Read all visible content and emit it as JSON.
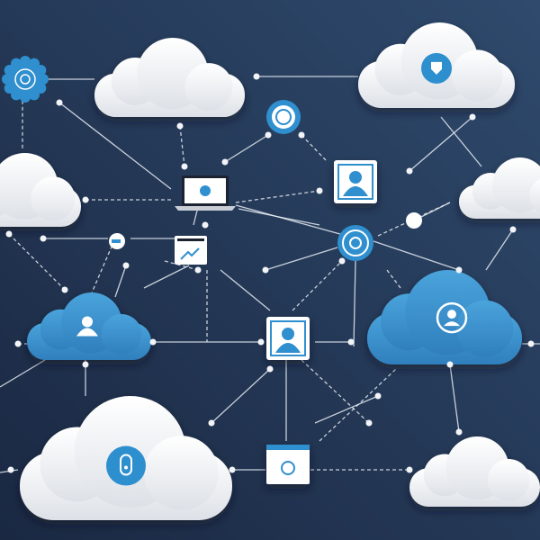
{
  "colors": {
    "background_top": "#2f4a6d",
    "background_bottom": "#1a2842",
    "cloud_white": "#f4f5f7",
    "cloud_shade": "#d9dde3",
    "cloud_blue": "#3b8fca",
    "accent_blue": "#2f8fcf",
    "connector": "#e6ebf2"
  },
  "clouds": [
    {
      "id": "cloud-top-center",
      "style": "white"
    },
    {
      "id": "cloud-top-right",
      "style": "white",
      "icon": "shield-icon"
    },
    {
      "id": "cloud-left",
      "style": "white"
    },
    {
      "id": "cloud-right",
      "style": "white"
    },
    {
      "id": "cloud-left-blue",
      "style": "blue",
      "icon": "user-icon"
    },
    {
      "id": "cloud-right-blue",
      "style": "blue",
      "icon": "user-circle-icon"
    },
    {
      "id": "cloud-bottom-left",
      "style": "white",
      "icon": "lock-icon"
    },
    {
      "id": "cloud-bottom-right",
      "style": "white"
    }
  ],
  "nodes": [
    {
      "id": "badge-node",
      "icon": "target-badge-icon"
    },
    {
      "id": "at-node",
      "icon": "at-sign-icon"
    },
    {
      "id": "laptop-node",
      "icon": "laptop-icon"
    },
    {
      "id": "profile-card-top",
      "icon": "user-card-icon"
    },
    {
      "id": "target-node",
      "icon": "target-icon"
    },
    {
      "id": "chart-window-node",
      "icon": "chart-window-icon"
    },
    {
      "id": "key-node",
      "icon": "key-icon"
    },
    {
      "id": "profile-card-center",
      "icon": "user-card-icon"
    },
    {
      "id": "browser-window-node",
      "icon": "browser-window-icon"
    }
  ]
}
